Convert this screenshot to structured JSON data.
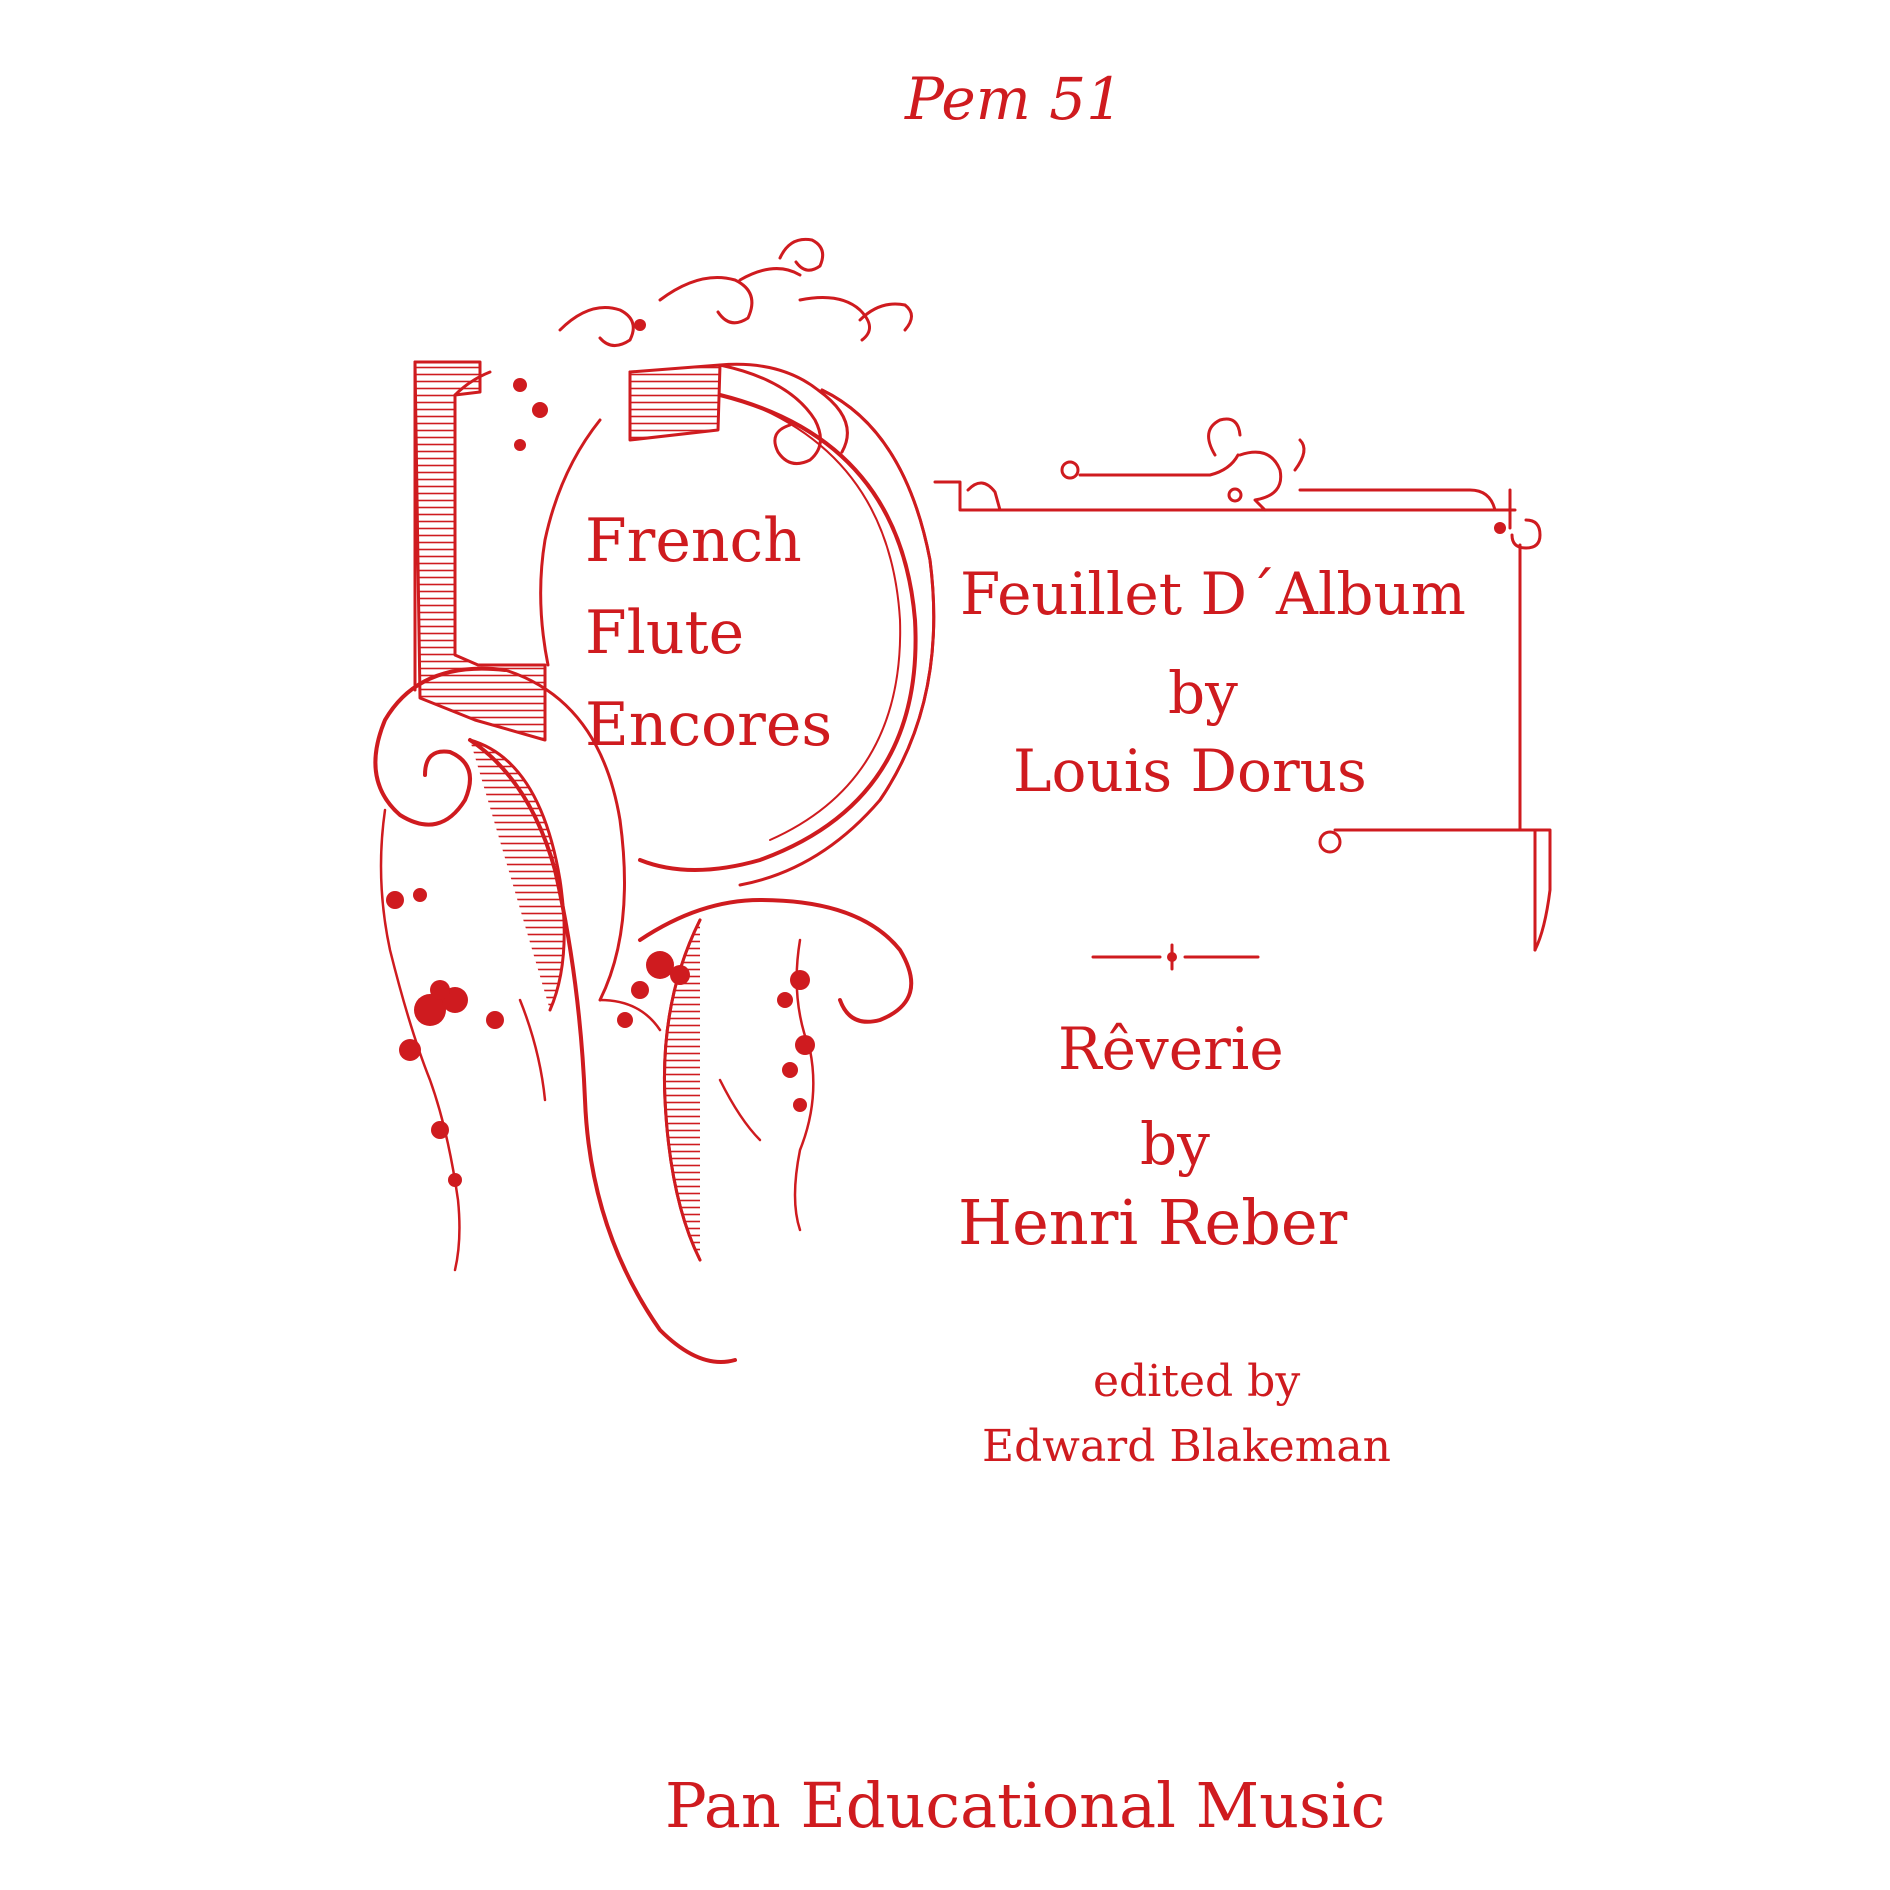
{
  "cover": {
    "catalog_number": "Pem 51",
    "series_title_lines": [
      "French",
      "Flute",
      "Encores"
    ],
    "works": [
      {
        "title": "Feuillet D´Album",
        "by": "by",
        "composer": "Louis Dorus"
      },
      {
        "title": "Rêverie",
        "by": "by",
        "composer": "Henri Reber"
      }
    ],
    "edited_by_label": "edited by",
    "editor": "Edward Blakeman",
    "publisher": "Pan Educational Music"
  },
  "colors": {
    "ink": "#cf1b1f",
    "paper": "#ffffff"
  }
}
